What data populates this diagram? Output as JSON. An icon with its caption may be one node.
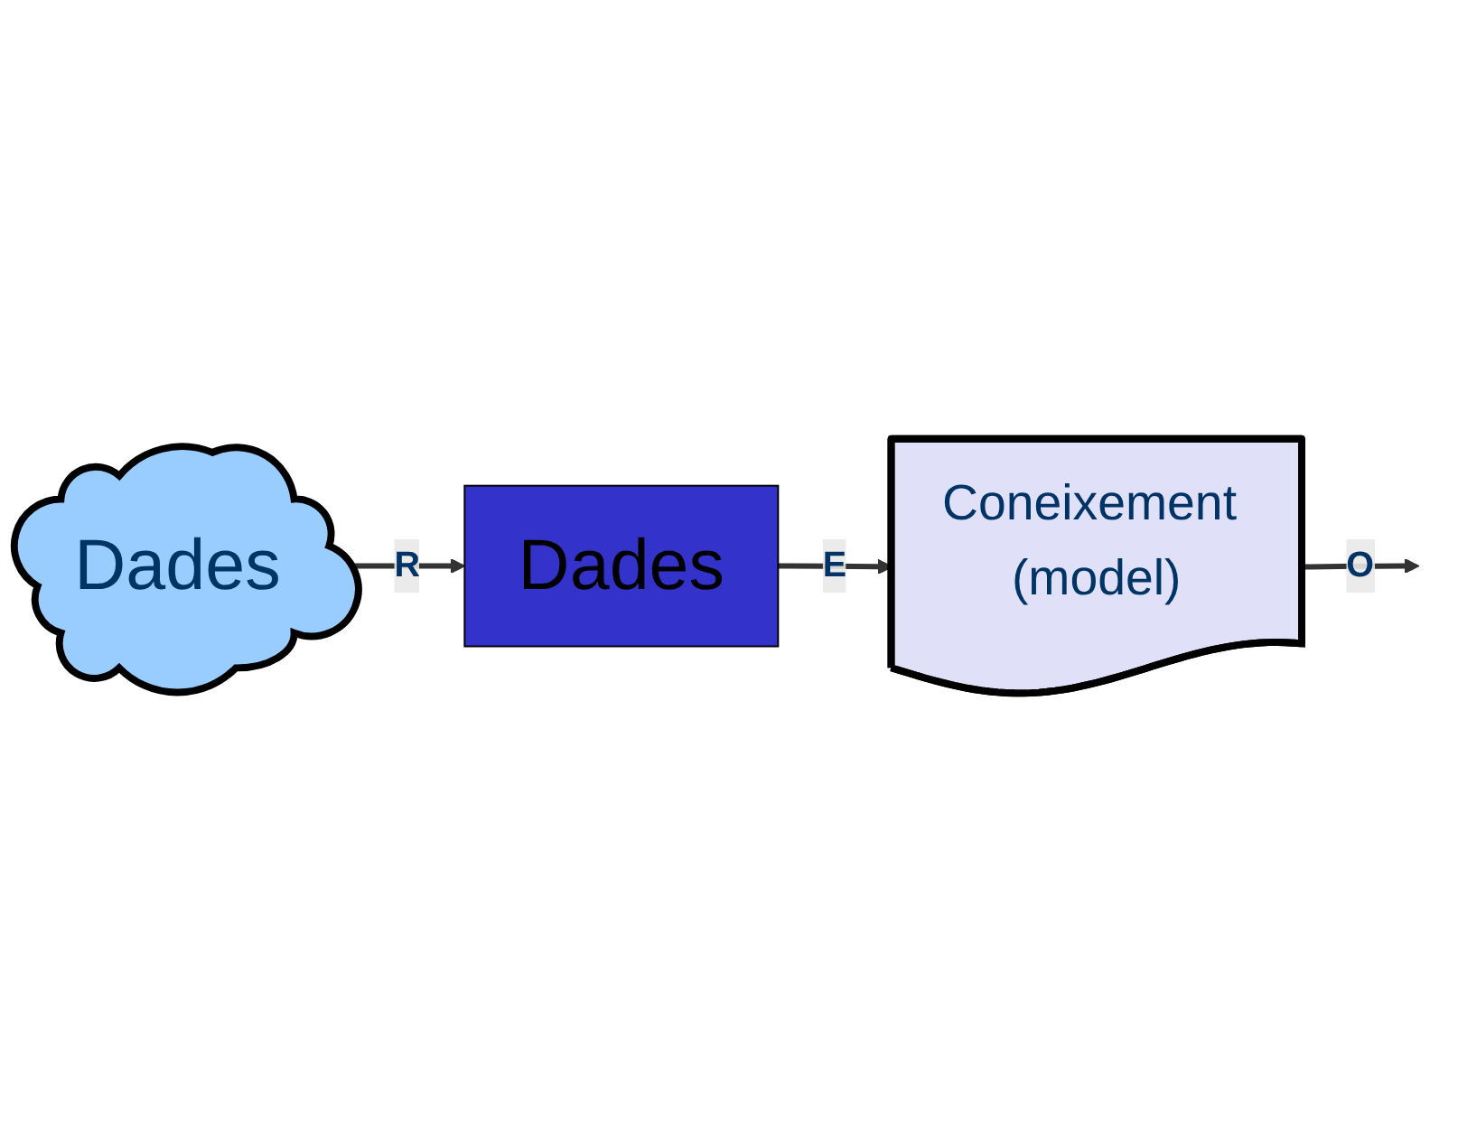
{
  "diagram": {
    "nodes": [
      {
        "text": [
          "Dades"
        ]
      },
      {
        "text": [
          "Dades"
        ]
      },
      {
        "text": [
          "Coneixement (model)"
        ]
      }
    ],
    "edges": [
      {
        "from": 0,
        "to": 1,
        "arrow": "to",
        "label": "R"
      },
      {
        "from": 1,
        "to": 2,
        "arrow": "to",
        "label": "E"
      },
      {
        "from": 2,
        "to": null,
        "arrow": "to",
        "label": "O"
      }
    ]
  }
}
